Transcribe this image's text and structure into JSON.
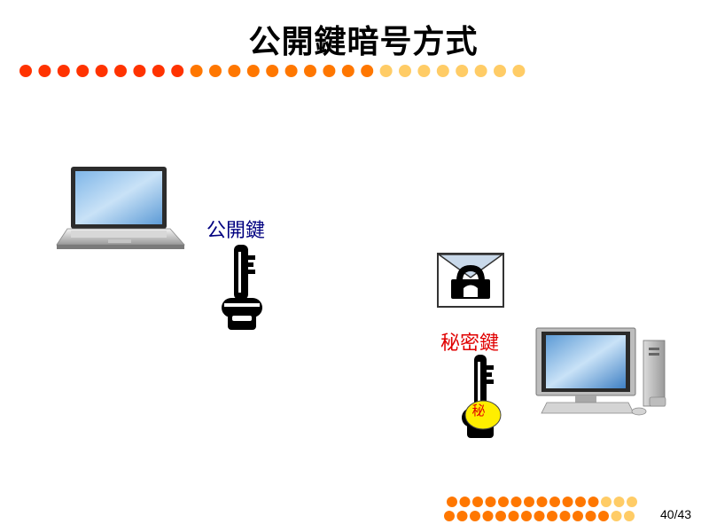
{
  "slide": {
    "title": "公開鍵暗号方式",
    "public_key_label": "公開鍵",
    "secret_key_label": "秘密鍵",
    "secret_mark": "秘",
    "page_number": "40/43"
  },
  "colors": {
    "dot_red": "#ff3300",
    "dot_orange": "#ff7700",
    "dot_yellow": "#ffcc66",
    "public_label": "#000080",
    "secret_label": "#e00000",
    "secret_badge": "#ffee00"
  }
}
